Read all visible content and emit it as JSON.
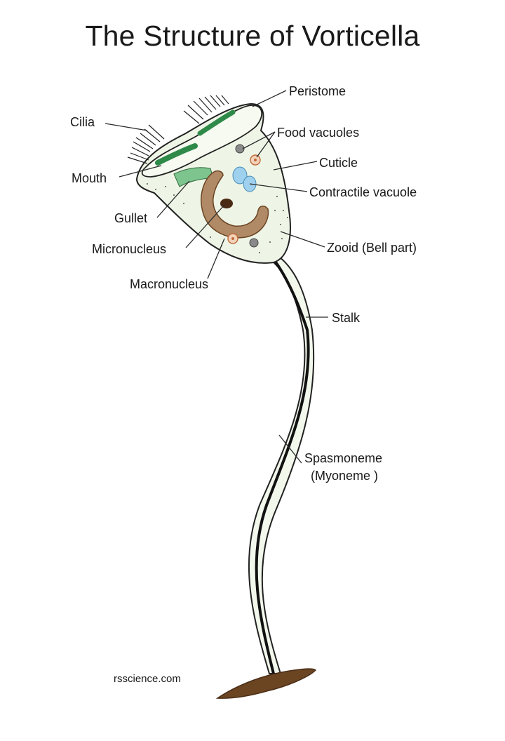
{
  "title": "The Structure of Vorticella",
  "labels": {
    "peristome": "Peristome",
    "cilia": "Cilia",
    "food_vacuoles": "Food vacuoles",
    "cuticle": "Cuticle",
    "mouth": "Mouth",
    "contractile_vacuole": "Contractile vacuole",
    "gullet": "Gullet",
    "micronucleus": "Micronucleus",
    "zooid": "Zooid (Bell part)",
    "macronucleus": "Macronucleus",
    "stalk": "Stalk",
    "spasmoneme": "Spasmoneme",
    "myoneme": "(Myoneme )"
  },
  "credit": "rsscience.com",
  "colors": {
    "body_fill": "#eef5e6",
    "body_outline": "#222222",
    "cilia_green": "#2f8a4a",
    "gullet_green": "#7dc48f",
    "macronucleus": "#b08a66",
    "micronucleus": "#4a2a14",
    "contractile_vacuole": "#9fd0ee",
    "food_vacuole_orange": "#e8a070",
    "food_vacuole_grey": "#8a8a8a",
    "base": "#6b4422"
  }
}
